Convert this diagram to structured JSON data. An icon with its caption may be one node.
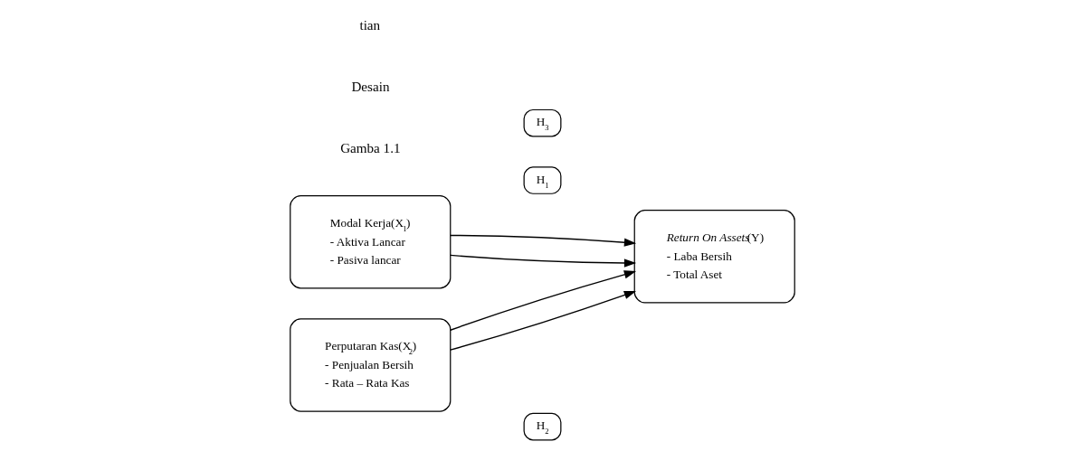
{
  "diagram": {
    "nodes": [
      {
        "text": [
          "Modal Kerja(X$_{1}$)",
          "- Aktiva Lancar",
          "- Pasiva lancar"
        ]
      },
      {
        "text": [
          "H$_{1}$"
        ]
      },
      {
        "text": [
          "*Return On Assets*(Y)",
          "- Laba Bersih",
          "- Total Aset"
        ]
      },
      {
        "text": [
          "H$_{2}$"
        ]
      },
      {
        "text": [
          "Perputaran Kas(X$_{2}$)",
          "- Penjualan Bersih",
          "- Rata – Rata Kas"
        ]
      },
      {
        "text": [
          "H$_{3}$"
        ]
      }
    ],
    "edges": [
      {
        "from": 0,
        "to": 2,
        "arrow": "to"
      },
      {
        "from": 4,
        "to": 2,
        "arrow": "to"
      },
      {
        "from": 0,
        "to": 2,
        "arrow": "to"
      },
      {
        "from": 4,
        "to": 2,
        "arrow": "to"
      }
    ],
    "labels": [
      "Gamba 1.1",
      "Desain",
      "tian"
    ]
  }
}
